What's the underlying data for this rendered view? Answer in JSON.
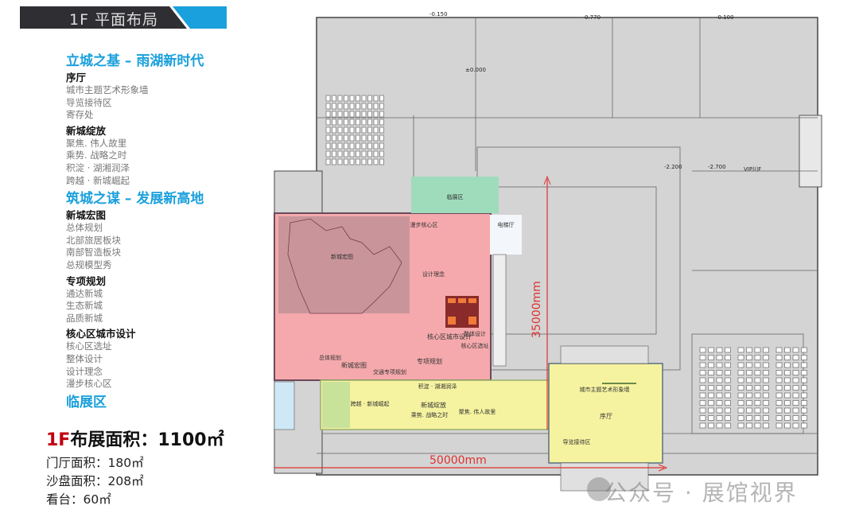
{
  "header": {
    "title": "1F 平面布局"
  },
  "sections": [
    {
      "title": "立城之基 – 雨湖新时代",
      "groups": [
        {
          "name": "序厅",
          "items": [
            "城市主题艺术形象墙",
            "导览接待区",
            "寄存处"
          ]
        },
        {
          "name": "新城绽放",
          "items": [
            "聚焦. 伟人故里",
            "乘势. 战略之时",
            "积淀 · 湖湘润泽",
            "跨越 · 新城崛起"
          ]
        }
      ]
    },
    {
      "title": "筑城之谋 – 发展新高地",
      "groups": [
        {
          "name": "新城宏图",
          "items": [
            "总体规划",
            "北部旅居板块",
            "南部智造板块",
            "总规模型秀"
          ]
        },
        {
          "name": "专项规划",
          "items": [
            "通达新城",
            "生态新城",
            "品质新城"
          ]
        },
        {
          "name": "核心区城市设计",
          "items": [
            "核心区选址",
            "整体设计",
            "设计理念",
            "漫步核心区"
          ]
        }
      ]
    },
    {
      "title": "临展区",
      "groups": []
    }
  ],
  "summary": {
    "prefix": "1F",
    "label": "布展面积：1100㎡",
    "lines": [
      "门厅面积：180㎡",
      "沙盘面积：208㎡",
      "看台：60㎡"
    ]
  },
  "plan": {
    "zones": {
      "xincheng_hongtu": "新城宏图",
      "hexinqu": "核心区城市设计",
      "zhuanxiang": "专项规划",
      "xincheng_zhanfang": "新城绽放",
      "xuting": "序厅",
      "linzhan": "临展区",
      "dianti": "电梯厅",
      "art_wall": "城市主题艺术形象墙",
      "daolan": "导览接待区",
      "manbu": "漫步核心区",
      "sheji": "设计理念",
      "zhengti": "整体设计",
      "xuanzhi": "核心区选址",
      "zongti": "总体规划",
      "jiaotong": "交通专项规划",
      "jiju": "积淀 · 湖湘润泽",
      "kuayue": "跨越 · 新城崛起",
      "chengshi": "乘势. 战略之时",
      "jujiao": "聚焦. 伟人故里"
    },
    "dims": {
      "vertical": "35000mm",
      "horizontal": "50000mm"
    },
    "levels": [
      "±0.000",
      "-0.150",
      "-0.100",
      "0.770",
      "VIP川F",
      "-2.200",
      "-2.700"
    ]
  },
  "watermark": "公众号 · 展馆视界",
  "colors": {
    "accent": "#1aa0dc",
    "red": "#c0000f",
    "pink": "#f5a9ac",
    "rose": "#c9959a",
    "yellow": "#f6f3a0",
    "green": "#9fdcbc"
  }
}
